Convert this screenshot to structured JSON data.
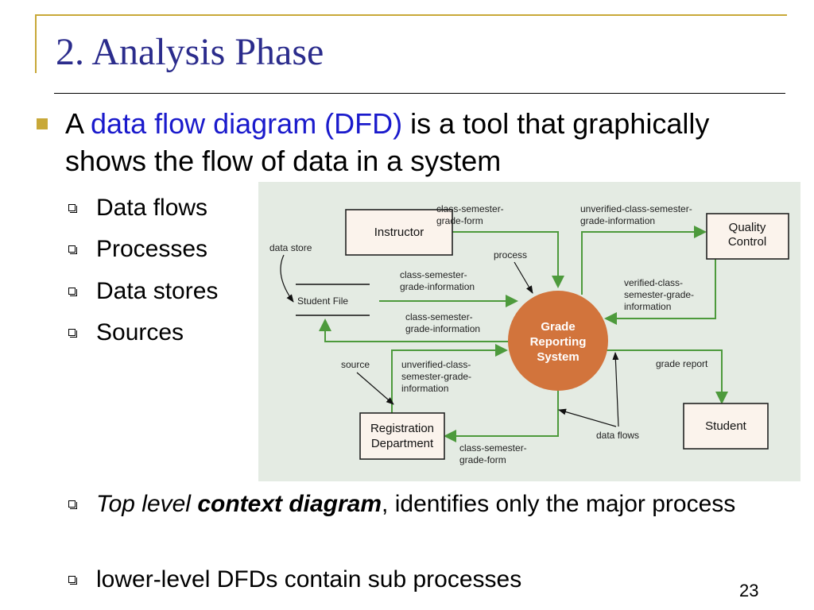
{
  "slide": {
    "title": "2. Analysis Phase",
    "page_number": "23"
  },
  "intro": {
    "prefix": "A ",
    "highlight": "data flow diagram (DFD)",
    "suffix": " is a tool that graphically shows the flow of data in a system"
  },
  "bullets": [
    "Data flows",
    "Processes",
    "Data stores",
    "Sources"
  ],
  "lower_bullets": {
    "context": {
      "italic": "Top level ",
      "bold_italic": "context diagram",
      "rest": ", identifies only the major process"
    },
    "sub": "lower-level DFDs contain sub processes"
  },
  "diagram": {
    "process_label": [
      "Grade",
      "Reporting",
      "System"
    ],
    "entities": {
      "instructor": "Instructor",
      "quality": [
        "Quality",
        "Control"
      ],
      "registration": [
        "Registration",
        "Department"
      ],
      "student": "Student"
    },
    "data_store": "Student File",
    "callouts": {
      "data_store": "data store",
      "process": "process",
      "source": "source",
      "data_flows": "data flows"
    },
    "flows": {
      "instructor_to_process": [
        "class-semester-",
        "grade-form"
      ],
      "process_to_quality": [
        "unverified-class-semester-",
        "grade-information"
      ],
      "quality_to_process": [
        "verified-class-",
        "semester-grade-",
        "information"
      ],
      "file_to_process": [
        "class-semester-",
        "grade-information"
      ],
      "process_to_file": [
        "class-semester-",
        "grade-information"
      ],
      "registration_to_process": [
        "unverified-class-",
        "semester-grade-",
        "information"
      ],
      "process_to_student": [
        "grade report"
      ],
      "process_to_registration": [
        "class-semester-",
        "grade-form"
      ]
    },
    "colors": {
      "background": "#e4ebe3",
      "process_fill": "#d2743c",
      "arrow": "#4d9a3c",
      "entity_fill": "#fbf3ec"
    }
  }
}
